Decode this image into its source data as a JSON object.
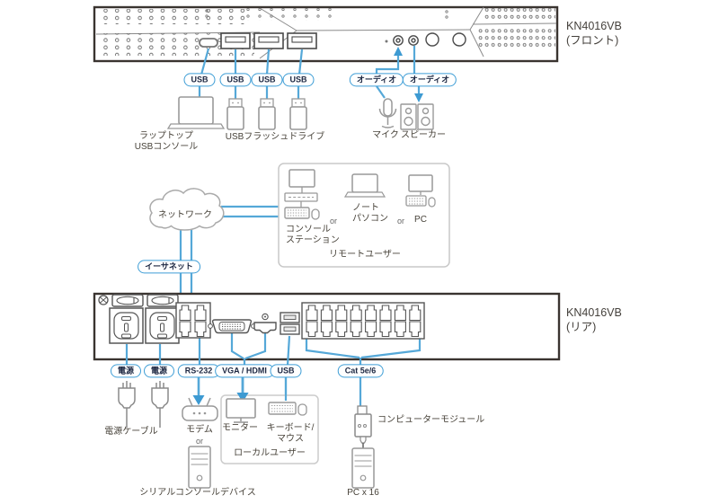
{
  "device": {
    "front_title": "KN4016VB\n(フロント)",
    "rear_title": "KN4016VB\n(リア)"
  },
  "labels": {
    "usb": "USB",
    "audio": "オーディオ",
    "ethernet": "イーサネット",
    "power": "電源",
    "rs232": "RS-232",
    "vga_hdmi": "VGA / HDMI",
    "cat": "Cat 5e/6"
  },
  "front": {
    "laptop_caption": "ラップトップ\nUSBコンソール",
    "flash_caption": "USBフラッシュドライブ",
    "mic_caption": "マイク",
    "speaker_caption": "スピーカー"
  },
  "network": {
    "cloud_caption": "ネットワーク"
  },
  "remote": {
    "console_caption": "コンソール\nステーション",
    "or1": "or",
    "laptop_caption": "ノート\nパソコン",
    "or2": "or",
    "pc_caption": "PC",
    "box_caption": "リモートユーザー"
  },
  "rear": {
    "power_cable_caption": "電源ケーブル",
    "modem_caption": "モデム",
    "or": "or",
    "serial_caption": "シリアルコンソールデバイス",
    "monitor_caption": "モニター",
    "keyboard_caption": "キーボード/\nマウス",
    "local_box_caption": "ローカルユーザー",
    "module_caption": "コンピューターモジュール",
    "pc16_caption": "PC x 16"
  },
  "colors": {
    "line_blue": "#55a8d8",
    "pill_border": "#3f9ed6",
    "chassis": "#3a3430",
    "icon_gray": "#999999"
  }
}
